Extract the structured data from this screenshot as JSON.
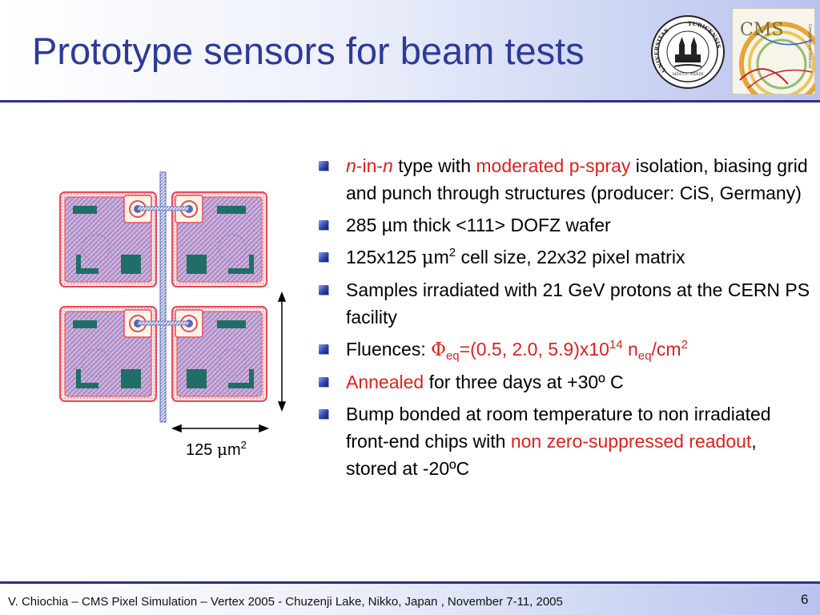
{
  "slide": {
    "title": "Prototype sensors for beam tests",
    "footer": "V. Chiochia – CMS Pixel Simulation – Vertex 2005 - Chuzenji Lake, Nikko, Japan , November 7-11, 2005",
    "page_number": "6"
  },
  "logos": {
    "university_seal_text_left": "UNIVERSITAS",
    "university_seal_text_right": "TURICENSIS",
    "university_seal_year": "MDCCC XXXIII",
    "cms_logo_text": "CMS",
    "cms_logo_subtext": "Compact Muon Solenoid"
  },
  "diagram": {
    "dimension_label_prefix": "125 ",
    "dimension_label_mu": "μ",
    "dimension_label_unit": "m",
    "dimension_label_exp": "2"
  },
  "bullets": {
    "b1": {
      "n1": "n",
      "dash1": "-in-",
      "n2": "n",
      "t1": " type with ",
      "red": "moderated p-spray",
      "t2": " isolation, biasing grid and punch through structures (producer: CiS, Germany)"
    },
    "b2": {
      "text": "285 µm thick <111> DOFZ wafer"
    },
    "b3": {
      "t1": "125x125 ",
      "mu": "μ",
      "t2": "m",
      "sup": "2",
      "t3": " cell size, 22x32 pixel matrix"
    },
    "b4": {
      "text": "Samples irradiated with 21 GeV protons at the CERN PS facility"
    },
    "b5": {
      "label": "Fluences: ",
      "phi": "Φ",
      "sub1": "eq",
      "t1": "=(0.5, 2.0, 5.9)x10",
      "sup": "14",
      "t2": " n",
      "sub2": "eq",
      "t3": "/cm",
      "sup2": "2"
    },
    "b6": {
      "red": "Annealed",
      "t1": " for three days at +30º C"
    },
    "b7": {
      "t1": "Bump bonded at room temperature to non irradiated front-end chips with ",
      "red": "non zero-suppressed readout",
      "t2": ", stored at -20ºC"
    }
  },
  "colors": {
    "title": "#2c3a9a",
    "accent_red": "#e0201a",
    "rule": "#2d2f86",
    "pixel_outline": "#e8495a",
    "pixel_fill": "#c9a9d8",
    "implant": "#1f6f66"
  }
}
